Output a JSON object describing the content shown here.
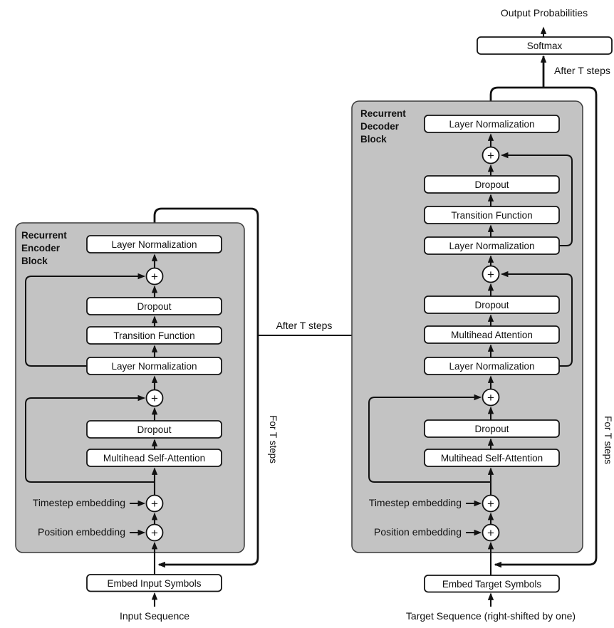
{
  "figure": {
    "colors": {
      "background": "#ffffff",
      "block_fill": "#c3c3c3",
      "block_border": "#3b3b3b",
      "box_fill": "#ffffff",
      "line": "#121212"
    },
    "output_probabilities": "Output Probabilities",
    "softmax": "Softmax",
    "after_t_steps_top": "After T steps",
    "after_t_steps_mid": "After T steps",
    "plus_sign": "+",
    "encoder": {
      "title_lines": [
        "Recurrent",
        "Encoder",
        "Block"
      ],
      "for_t_steps": "For T steps",
      "boxes": {
        "layer_norm_top": "Layer Normalization",
        "dropout_upper": "Dropout",
        "transition_function": "Transition Function",
        "layer_norm_mid": "Layer Normalization",
        "dropout_lower": "Dropout",
        "self_attention": "Multihead Self-Attention"
      },
      "timestep_embedding": "Timestep embedding",
      "position_embedding": "Position embedding",
      "embed_symbols": "Embed Input Symbols",
      "sequence": "Input Sequence"
    },
    "decoder": {
      "title_lines": [
        "Recurrent",
        "Decoder",
        "Block"
      ],
      "for_t_steps": "For T steps",
      "boxes": {
        "layer_norm_top": "Layer Normalization",
        "dropout_upper": "Dropout",
        "transition_function": "Transition Function",
        "layer_norm_mid": "Layer Normalization",
        "dropout_mid": "Dropout",
        "attention": "Multihead Attention",
        "layer_norm_low": "Layer Normalization",
        "dropout_lower": "Dropout",
        "self_attention": "Multihead Self-Attention"
      },
      "timestep_embedding": "Timestep embedding",
      "position_embedding": "Position embedding",
      "embed_symbols": "Embed Target Symbols",
      "sequence": "Target Sequence (right-shifted by one)"
    }
  }
}
